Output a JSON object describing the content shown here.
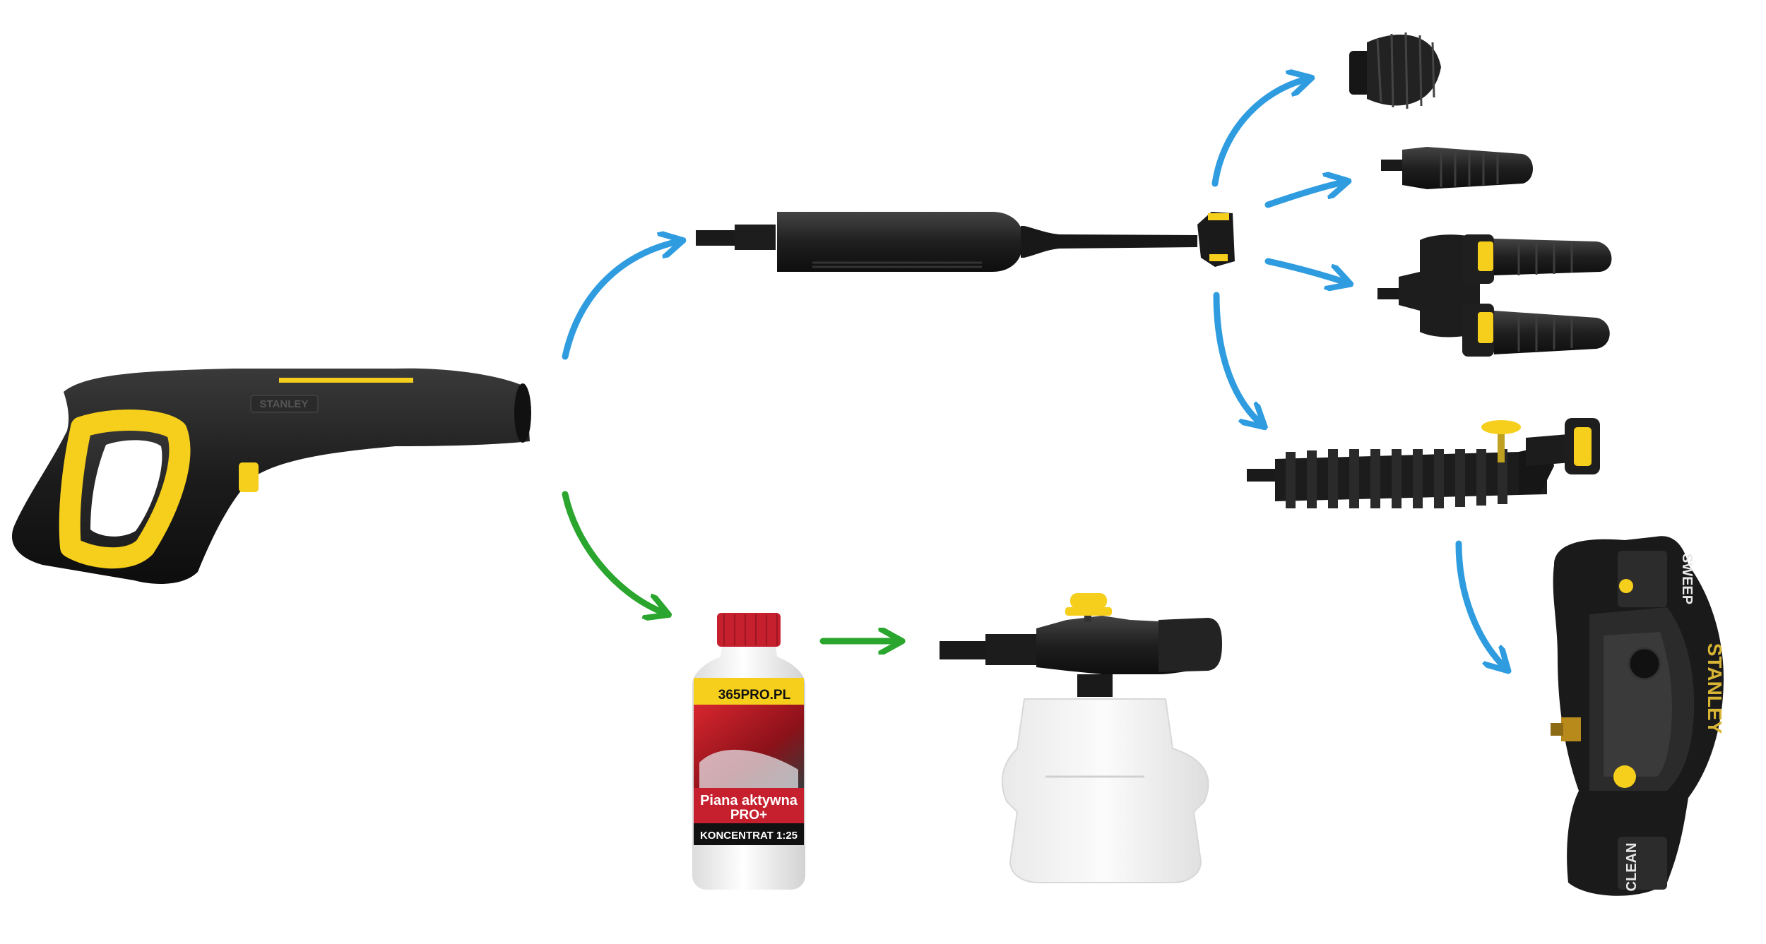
{
  "gun": {
    "brand": "STANLEY"
  },
  "bottle": {
    "logo": "365PRO.PL",
    "product_line1": "Piana aktywna",
    "product_line2": "PRO+",
    "concentrate": "KONCENTRAT 1:25"
  },
  "surface_cleaner": {
    "brand": "STANLEY",
    "mode_top": "SWEEP",
    "mode_bottom": "CLEAN"
  },
  "colors": {
    "arrow_blue": "#2f9ce0",
    "arrow_green": "#2aa52e",
    "accent_yellow": "#f6cf1c",
    "body_black": "#1d1d1d",
    "bottle_cap": "#c61f2d"
  },
  "icons": [
    "arrow-icon"
  ]
}
